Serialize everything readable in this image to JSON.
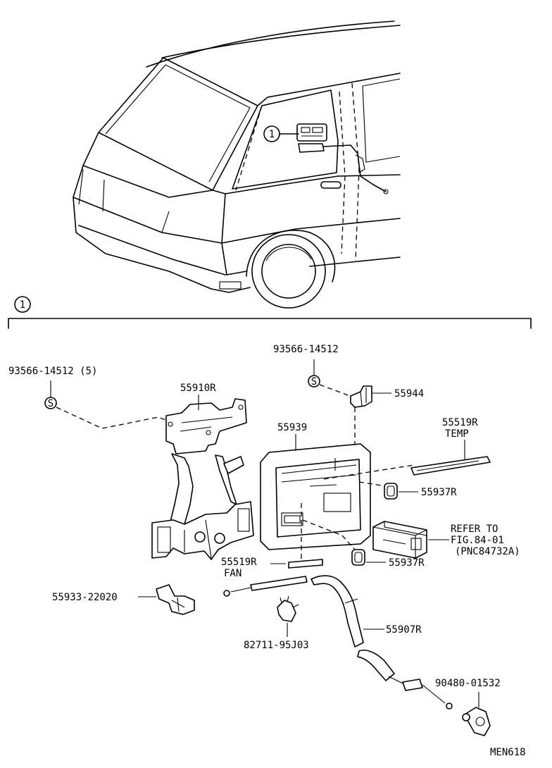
{
  "callout_number": "1",
  "screw_symbol": "S",
  "parts": {
    "screw_left": "93566-14512 (5)",
    "screw_right": "93566-14512",
    "bracket": "55910R",
    "clip_top": "55944",
    "bezel": "55939",
    "temp_plate_code": "55519R",
    "temp_plate_name": "TEMP",
    "knob_upper": "55937R",
    "knob_lower": "55937R",
    "refer_line1": "REFER TO",
    "refer_line2": "FIG.84-01",
    "refer_line3": "(PNC84732A)",
    "fan_plate_code": "55519R",
    "fan_plate_name": "FAN",
    "cable_clamp": "55933-22020",
    "lamp_socket": "82711-95J03",
    "control_cable": "55907R",
    "bulb": "90480-01532"
  },
  "figure_code": "MEN618"
}
